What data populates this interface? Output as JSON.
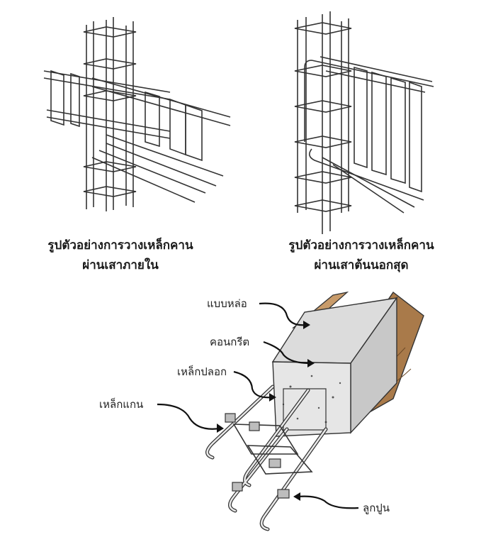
{
  "diagram": {
    "top_left_caption": [
      "รูปตัวอย่างการวางเหล็กคาน",
      "ผ่านเสาภายใน"
    ],
    "top_right_caption": [
      "รูปตัวอย่างการวางเหล็กคาน",
      "ผ่านเสาต้นนอกสุด"
    ],
    "labels": {
      "formwork": "แบบหล่อ",
      "concrete": "คอนกรีต",
      "stirrup": "เหล็กปลอก",
      "main_bar": "เหล็กแกน",
      "spacer": "ลูกปูน"
    },
    "colors": {
      "line": "#333333",
      "concrete": "#d8d8d8",
      "wood": "#a97a4a",
      "spacer": "#bdbdbd"
    }
  }
}
